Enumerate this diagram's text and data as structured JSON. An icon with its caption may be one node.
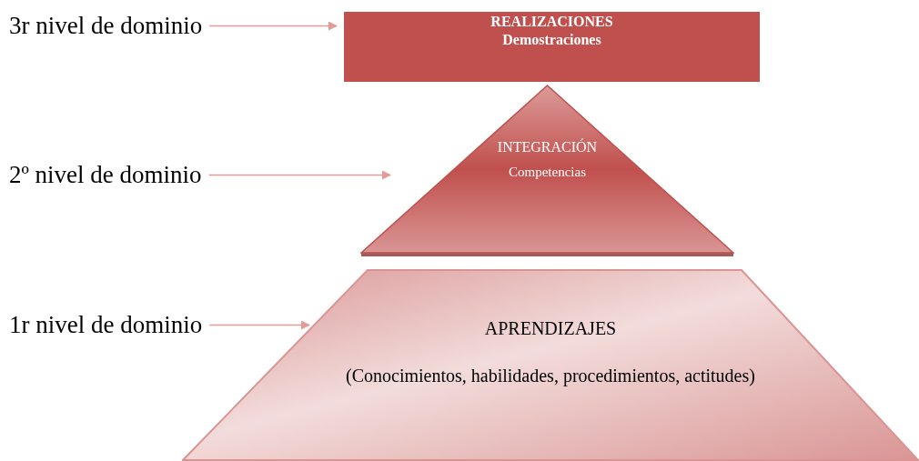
{
  "diagram": {
    "nodes": [
      {
        "text": [
          "3r nivel de dominio"
        ]
      },
      {
        "text": [
          "REALIZACIONES",
          "Demostraciones"
        ]
      },
      {
        "text": [
          "2º nivel de dominio"
        ]
      },
      {
        "text": [
          "INTEGRACIÓN",
          "Competencias"
        ]
      },
      {
        "text": [
          "1r nivel de dominio"
        ]
      },
      {
        "text": [
          "APRENDIZAJES",
          "(Conocimientos, habilidades, procedimientos, actitudes)"
        ]
      }
    ],
    "edges": [
      {
        "from": 0,
        "to": 1,
        "arrow": "to",
        "color": "#e39a98"
      },
      {
        "from": 2,
        "to": 3,
        "arrow": "to",
        "color": "#e39a98"
      },
      {
        "from": 4,
        "to": 5,
        "arrow": "to",
        "color": "#e39a98"
      }
    ]
  }
}
